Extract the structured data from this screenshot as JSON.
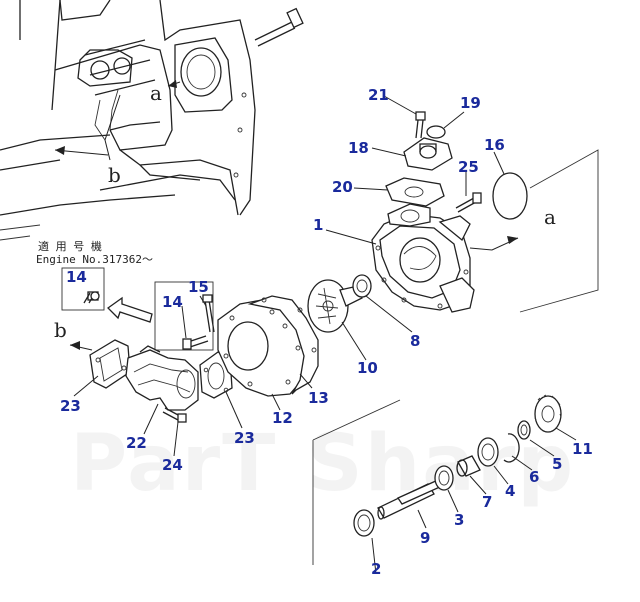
{
  "applicability": {
    "label_jp": "適 用 号 機",
    "label_en": "Engine No.317362～"
  },
  "view_letters": [
    "a",
    "b",
    "b",
    "a"
  ],
  "callouts": [
    "1",
    "2",
    "3",
    "4",
    "5",
    "6",
    "7",
    "8",
    "9",
    "10",
    "11",
    "12",
    "13",
    "14",
    "14",
    "15",
    "16",
    "18",
    "19",
    "20",
    "21",
    "22",
    "23",
    "23",
    "24",
    "25"
  ],
  "watermark": "ParT Sharp"
}
